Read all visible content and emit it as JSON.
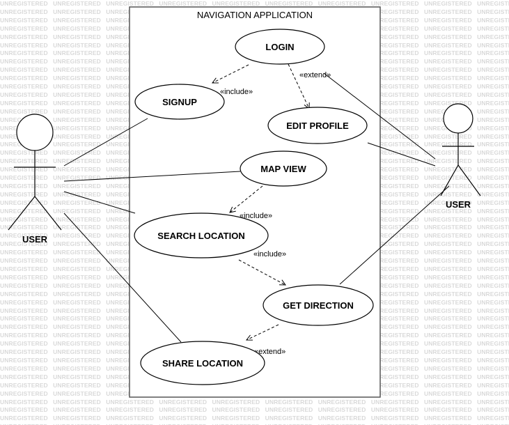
{
  "watermark": "UNREGISTERED",
  "system": {
    "title": "NAVIGATION APPLICATION"
  },
  "actors": {
    "left": {
      "label": "USER"
    },
    "right": {
      "label": "USER"
    }
  },
  "use_cases": {
    "login": "LOGIN",
    "signup": "SIGNUP",
    "edit_profile": "EDIT PROFILE",
    "map_view": "MAP VIEW",
    "search_location": "SEARCH LOCATION",
    "get_direction": "GET DIRECTION",
    "share_location": "SHARE LOCATION"
  },
  "relations": {
    "login_signup": "«include»",
    "login_edit_profile": "«extend»",
    "map_view_search": "«include»",
    "search_get_direction": "«include»",
    "get_direction_share": "«extend»"
  }
}
